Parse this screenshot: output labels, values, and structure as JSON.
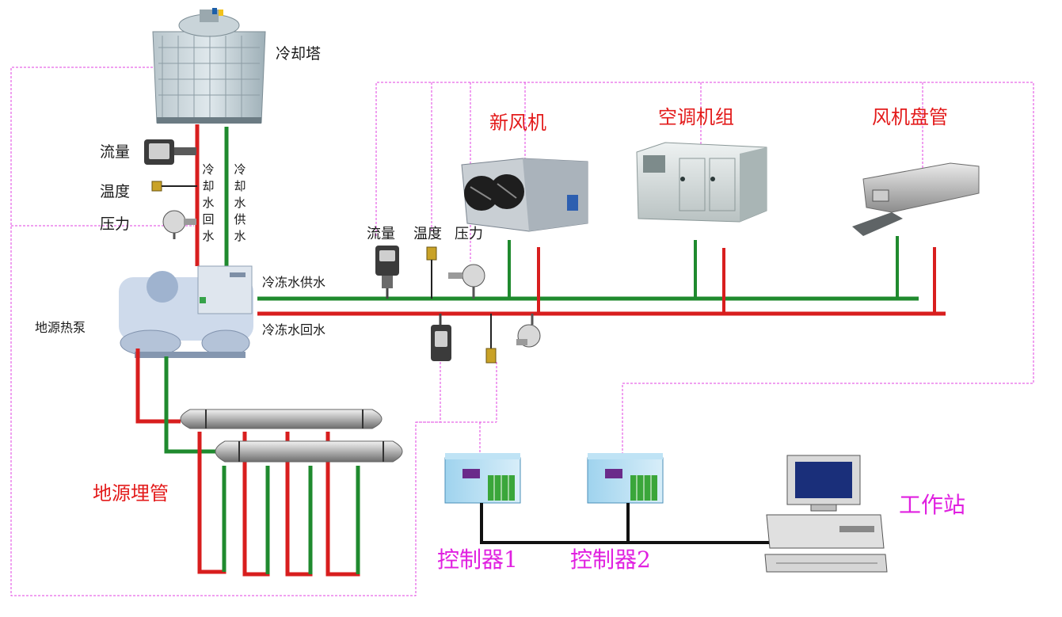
{
  "labels": {
    "cooling_tower": "冷却塔",
    "flow_left": "流量",
    "temp_left": "温度",
    "pressure_left": "压力",
    "cooling_return": "冷却水回水",
    "cooling_supply": "冷却水供水",
    "heat_pump": "地源热泵",
    "chilled_supply": "冷冻水供水",
    "chilled_return": "冷冻水回水",
    "flow_mid": "流量",
    "temp_mid": "温度",
    "pressure_mid": "压力",
    "fresh_air_unit": "新风机",
    "ahu": "空调机组",
    "fan_coil": "风机盘管",
    "ground_pipes": "地源埋管",
    "controller1": "控制器1",
    "controller2": "控制器2",
    "workstation": "工作站"
  },
  "colors": {
    "return_pipe": "#d81e1e",
    "supply_pipe": "#1f8a2e",
    "signal_line": "#e040e0",
    "bus_line": "#111111",
    "label_red": "#e31b1b",
    "label_magenta": "#e020e0"
  }
}
